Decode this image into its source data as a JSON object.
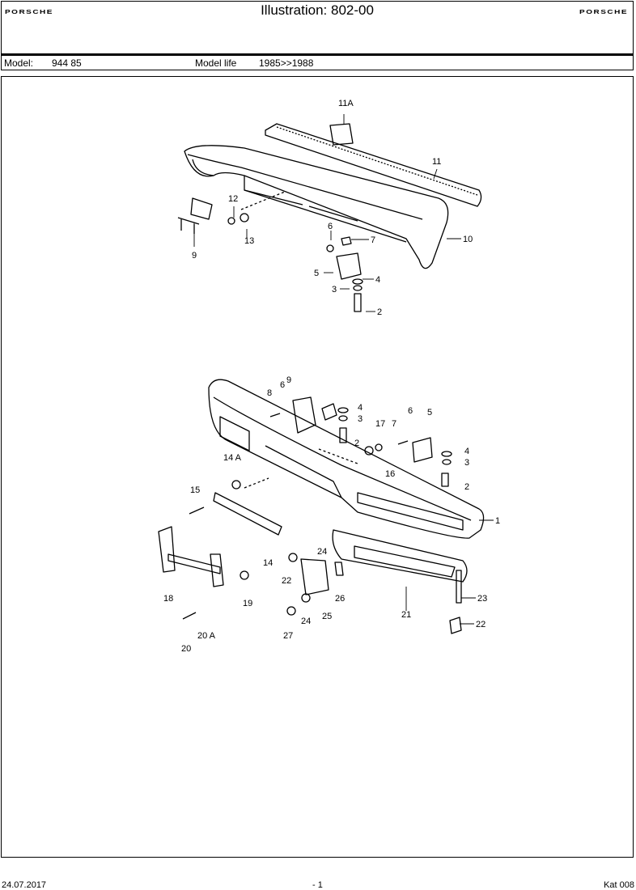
{
  "header": {
    "brand_left": "PORSCHE",
    "title": "Illustration: 802-00",
    "brand_right": "PORSCHE"
  },
  "model_bar": {
    "model_label": "Model:",
    "model_value": "944 85",
    "life_label": "Model life",
    "life_value": "1985>>1988"
  },
  "callouts": {
    "upper": [
      "11A",
      "11",
      "12",
      "13",
      "9",
      "10",
      "6",
      "7",
      "5",
      "4",
      "3",
      "2"
    ],
    "lower": [
      "9",
      "6",
      "8",
      "4",
      "3",
      "2",
      "17",
      "7",
      "6",
      "5",
      "4",
      "3",
      "2",
      "16",
      "14 A",
      "15",
      "1",
      "14",
      "24",
      "22",
      "18",
      "19",
      "26",
      "21",
      "23",
      "25",
      "24",
      "22",
      "20 A",
      "27",
      "20"
    ]
  },
  "footer": {
    "date": "24.07.2017",
    "page": "- 1",
    "catalog": "Kat 008"
  },
  "colors": {
    "line": "#000000",
    "background": "#ffffff"
  }
}
